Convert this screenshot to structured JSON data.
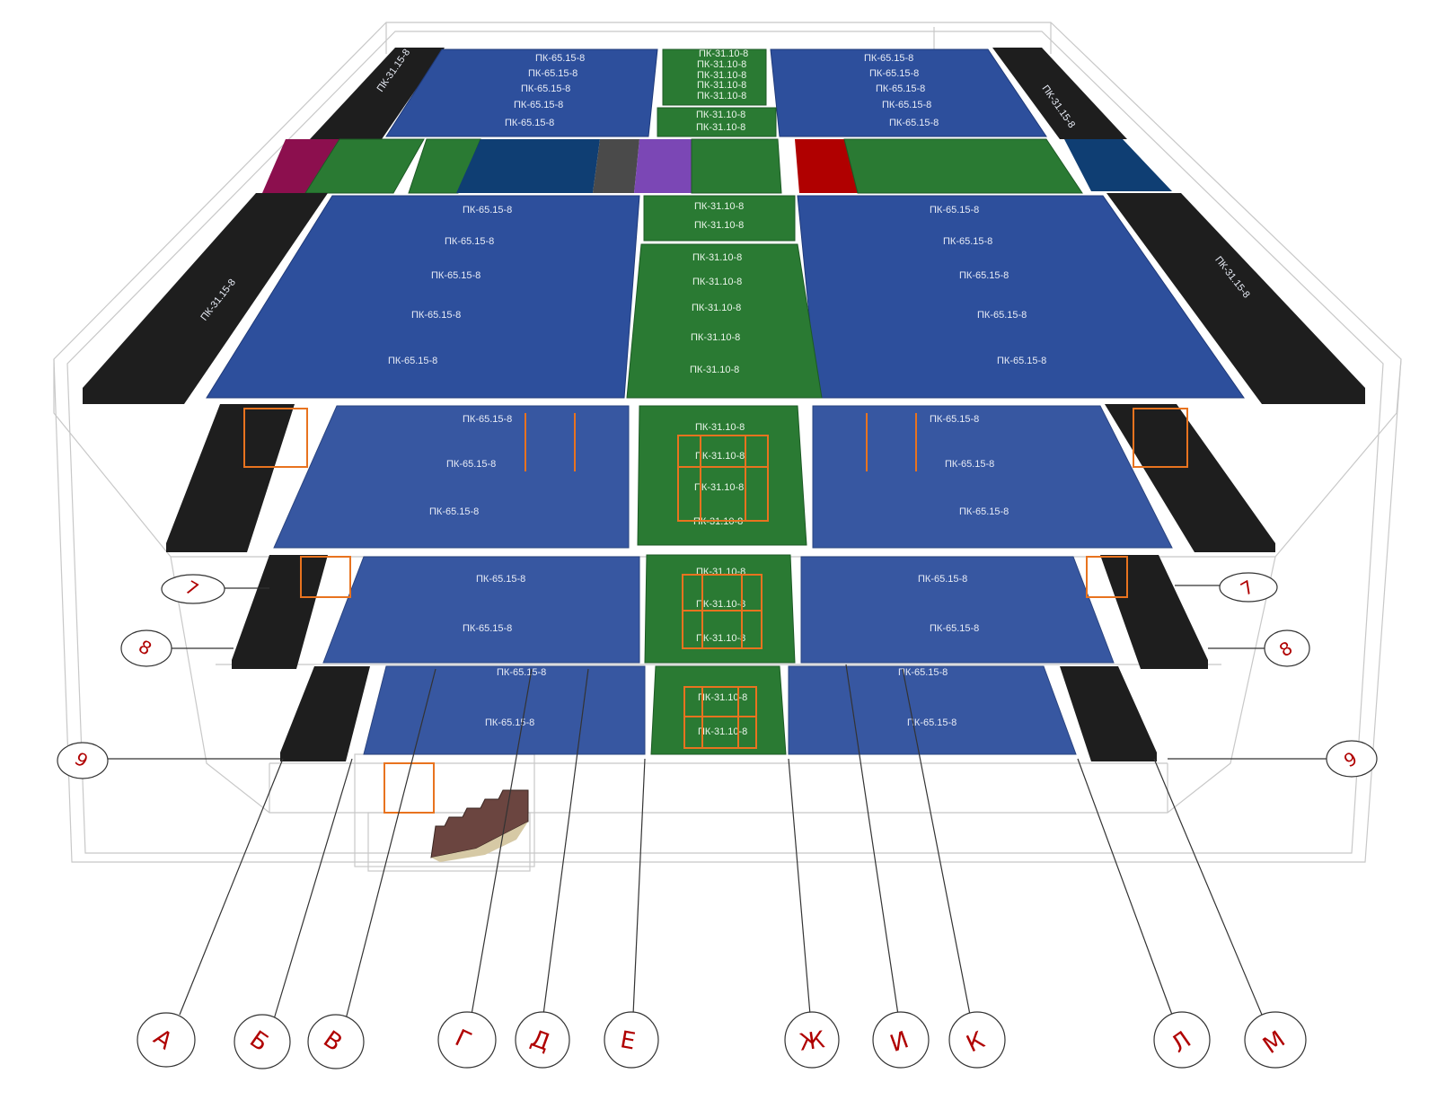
{
  "colors": {
    "slab_blue": "#2d4f9c",
    "slab_blue_dark": "#1f3a7a",
    "slab_green": "#2a7a33",
    "slab_green_dark": "#1c5a24",
    "beam_black": "#1e1e1e",
    "accent_red": "#b00000",
    "beam_magenta": "#8c0f4e",
    "beam_purple": "#7b47b5",
    "beam_gray": "#4a4a4a",
    "beam_navy": "#0f3e73",
    "frame_orange": "#e8731f",
    "wire": "#c8c8c8"
  },
  "panel_labels": {
    "blue": "ПК-65.15-8",
    "green": "ПК-31.10-8",
    "black": "ПК-31.15-8"
  },
  "axes": {
    "bottom": [
      "А",
      "Б",
      "В",
      "Г",
      "Д",
      "Е",
      "Ж",
      "И",
      "К",
      "Л",
      "М"
    ],
    "left": [
      "7",
      "8",
      "9"
    ],
    "right": [
      "7",
      "8",
      "9"
    ]
  }
}
